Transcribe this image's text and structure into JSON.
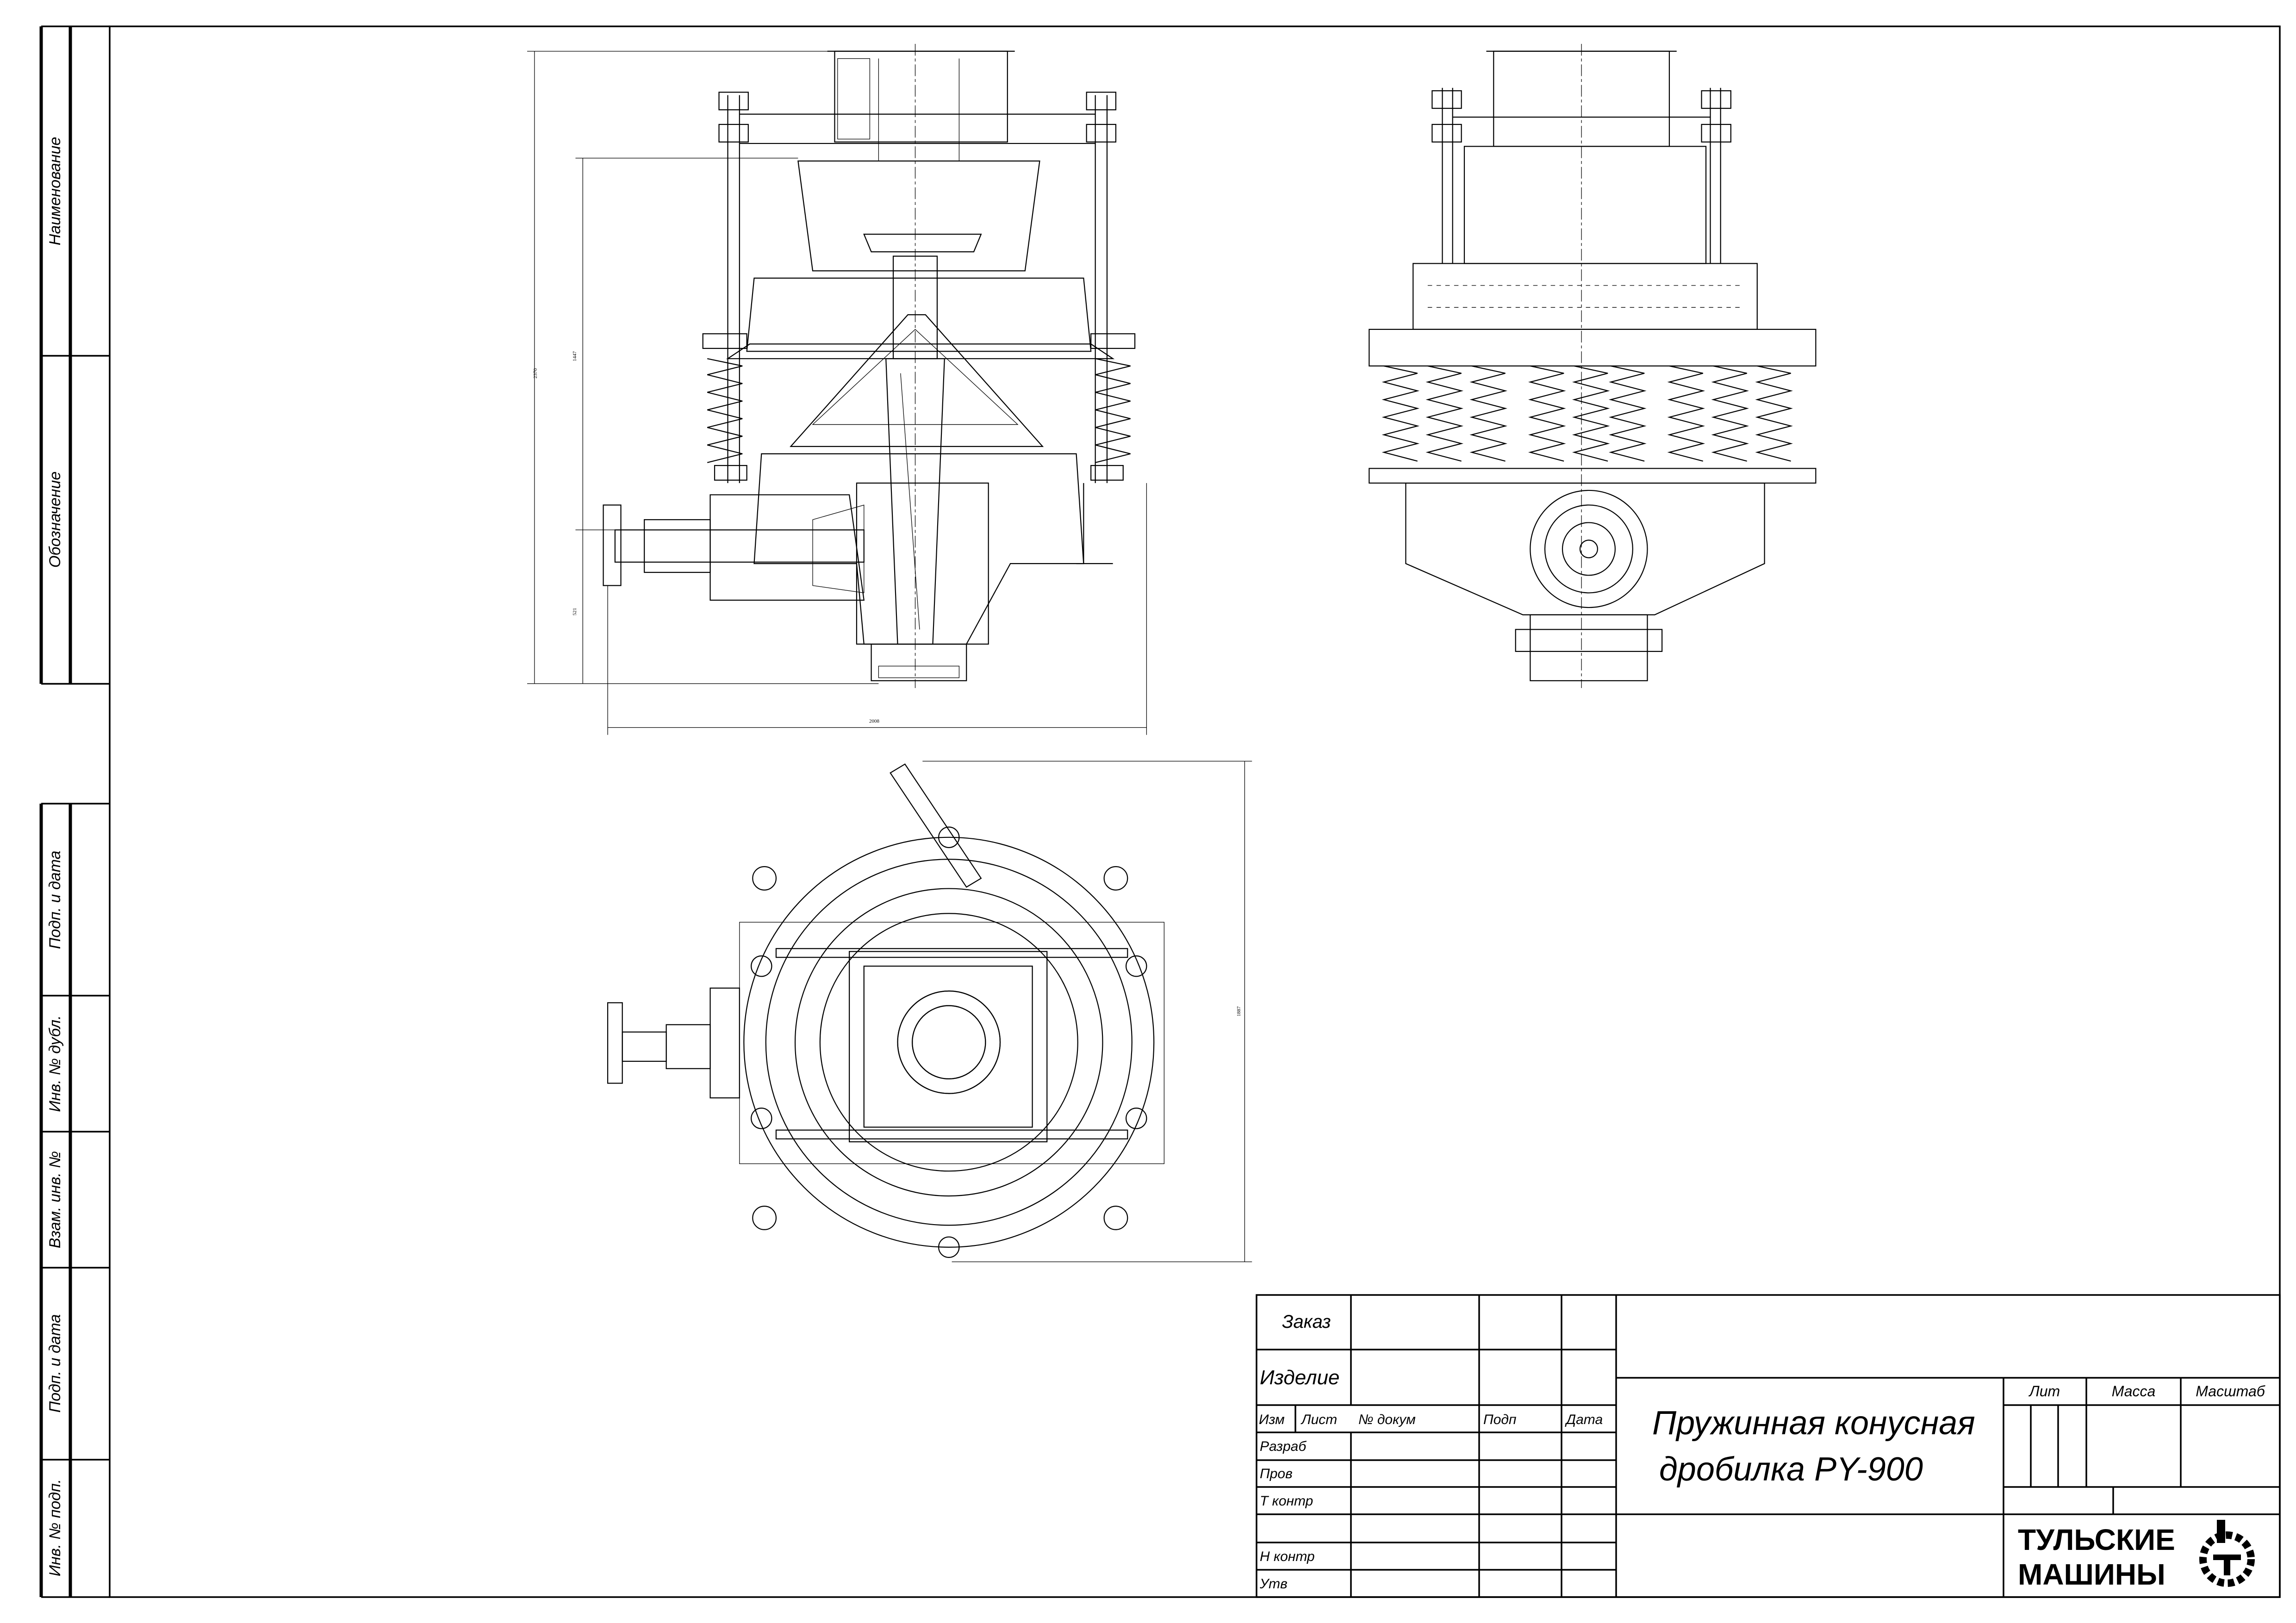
{
  "side_stamp": {
    "name": "Наименование",
    "designation": "Обозначение",
    "sign_date_1": "Подп. и дата",
    "dup_inv": "Инв. № дубл.",
    "repl_inv": "Взам. инв. №",
    "sign_date_2": "Подп. и дата",
    "orig_inv": "Инв. № подп."
  },
  "dimensions": {
    "overall_height": "2370",
    "upper_height": "1447",
    "lower_height": "521",
    "width": "2008",
    "plan_depth": "1887"
  },
  "title_block": {
    "order": "Заказ",
    "product": "Изделие",
    "columns": [
      "Изм",
      "Лист",
      "№ докум",
      "Подп",
      "Дата"
    ],
    "roles": [
      "Разраб",
      "Пров",
      "Т контр",
      "Н контр",
      "Утв"
    ],
    "title_line1": "Пружинная конусная",
    "title_line2": "дробилка PY-900",
    "lit": "Лит",
    "mass": "Масса",
    "scale": "Масштаб",
    "company_line1": "ТУЛЬСКИЕ",
    "company_line2": "МАШИНЫ"
  }
}
